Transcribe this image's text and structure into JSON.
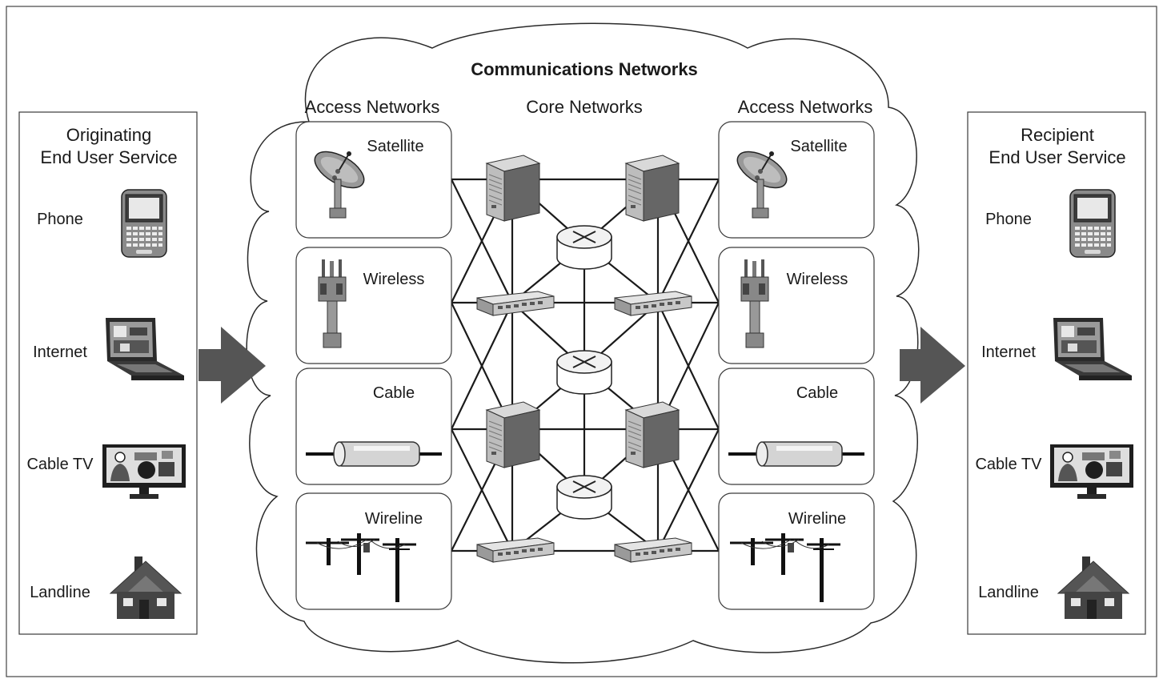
{
  "title": "Communications Networks",
  "left_panel": {
    "heading_line1": "Originating",
    "heading_line2": "End User Service",
    "items": [
      {
        "label": "Phone",
        "icon": "smartphone-icon"
      },
      {
        "label": "Internet",
        "icon": "laptop-icon"
      },
      {
        "label": "Cable TV",
        "icon": "tv-icon"
      },
      {
        "label": "Landline",
        "icon": "house-icon"
      }
    ]
  },
  "right_panel": {
    "heading_line1": "Recipient",
    "heading_line2": "End User Service",
    "items": [
      {
        "label": "Phone",
        "icon": "smartphone-icon"
      },
      {
        "label": "Internet",
        "icon": "laptop-icon"
      },
      {
        "label": "Cable TV",
        "icon": "tv-icon"
      },
      {
        "label": "Landline",
        "icon": "house-icon"
      }
    ]
  },
  "columns": {
    "access_left": "Access Networks",
    "core": "Core Networks",
    "access_right": "Access Networks"
  },
  "access_networks": [
    {
      "label": "Satellite",
      "icon": "satellite-dish-icon"
    },
    {
      "label": "Wireless",
      "icon": "cell-tower-icon"
    },
    {
      "label": "Cable",
      "icon": "coax-cable-icon"
    },
    {
      "label": "Wireline",
      "icon": "utility-poles-icon"
    }
  ],
  "core_devices": {
    "server": "server-icon",
    "router": "router-icon",
    "switch": "switch-icon"
  },
  "colors": {
    "stroke": "#1a1a1a",
    "arrow": "#555555",
    "device_dark": "#6b6b6b",
    "device_light": "#cfcfcf"
  }
}
